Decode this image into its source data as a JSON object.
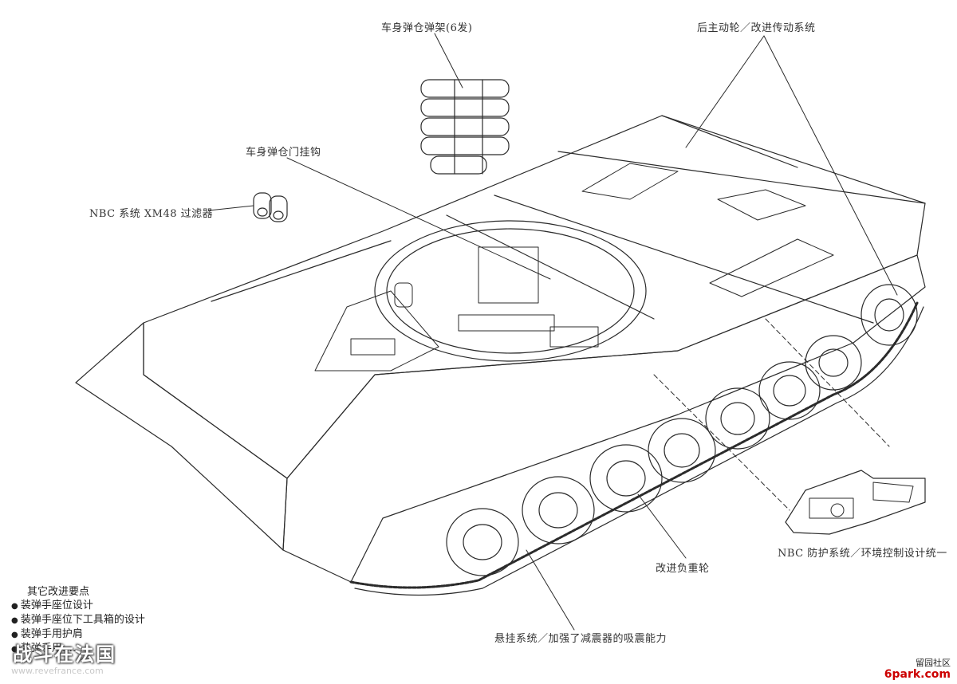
{
  "labels": {
    "hull_rack": "车身弹仓弹架(6发)",
    "rear_drive": "后主动轮／改进传动系统",
    "hatch_hook": "车身弹仓门挂钩",
    "nbc_filter": "NBC 系统 XM48 过滤器",
    "nbc_system": "NBC 防护系统／环境控制设计统一",
    "road_wheel": "改进负重轮",
    "suspension": "悬挂系统／加强了减震器的吸震能力"
  },
  "notes": {
    "title": "其它改进要点",
    "items": [
      "装弹手座位设计",
      "装弹手座位下工具箱的设计",
      "装弹手用护肩",
      "装弹手用……"
    ]
  },
  "watermarks": {
    "left_main": "战斗在法国",
    "left_url": "www.revefrance.com",
    "right_top": "留园社区",
    "right_bottom": "6park.com"
  },
  "colors": {
    "line": "#2b2b2b",
    "text": "#333333",
    "brand_red": "#cc0000"
  }
}
